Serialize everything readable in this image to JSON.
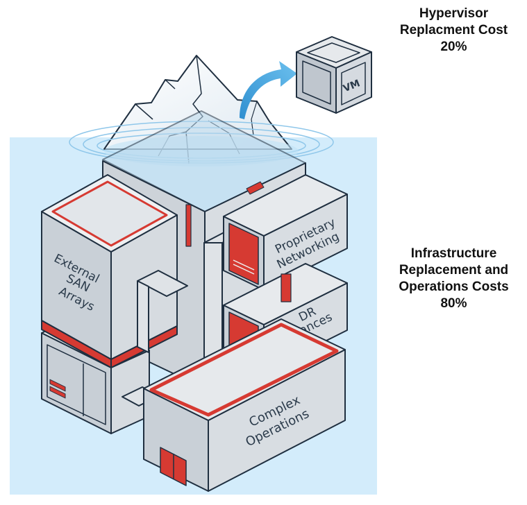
{
  "diagram": {
    "title_top": {
      "line1": "Hypervisor",
      "line2": "Replacment Cost",
      "percent": "20%"
    },
    "title_bottom": {
      "line1": "Infrastructure",
      "line2": "Replacement and",
      "line3": "Operations Costs",
      "percent": "80%"
    },
    "vm_cube_label": "VM",
    "components": {
      "san": [
        "External",
        "SAN",
        "Arrays"
      ],
      "networking": [
        "Proprietary",
        "Networking"
      ],
      "dr": [
        "DR",
        "Appliances"
      ],
      "operations": [
        "Complex",
        "Operations"
      ]
    },
    "colors": {
      "water": "#d3ecfb",
      "box_face": "#d8dde2",
      "box_side": "#c3cad1",
      "box_top": "#e6e9ec",
      "accent_red": "#d63a32",
      "outline": "#1f2f40",
      "arrow_blue": "#4ba9e0"
    }
  }
}
